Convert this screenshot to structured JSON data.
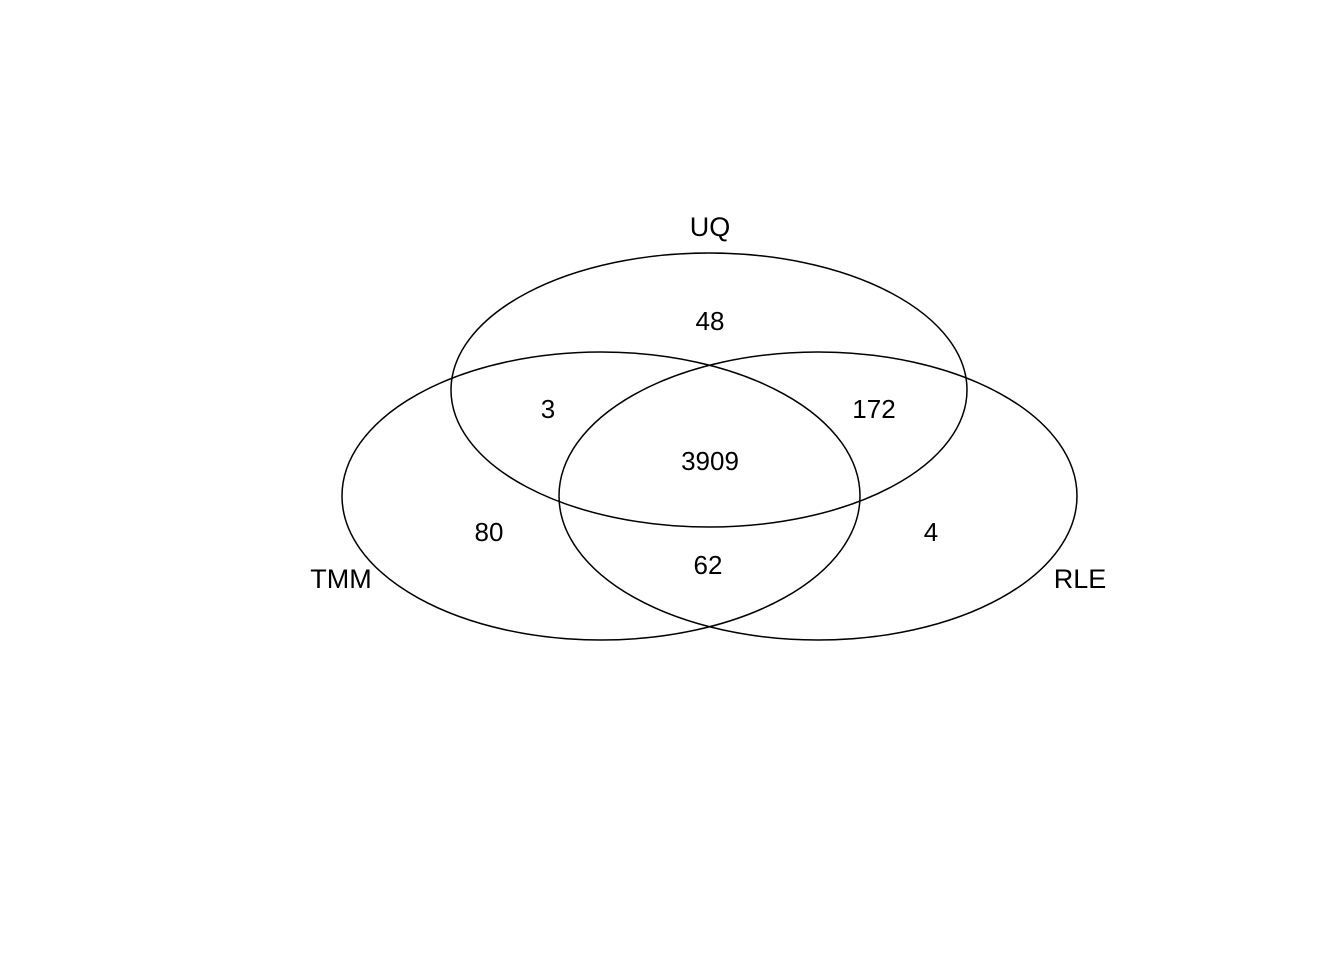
{
  "page": {
    "background_color": "#ffffff",
    "stroke_color": "#000000"
  },
  "chart_data": {
    "type": "venn",
    "title": "",
    "sets": [
      "UQ",
      "TMM",
      "RLE"
    ],
    "regions": [
      {
        "sets": [
          "UQ"
        ],
        "value": 48
      },
      {
        "sets": [
          "UQ",
          "TMM"
        ],
        "value": 3
      },
      {
        "sets": [
          "UQ",
          "RLE"
        ],
        "value": 172
      },
      {
        "sets": [
          "UQ",
          "TMM",
          "RLE"
        ],
        "value": 3909
      },
      {
        "sets": [
          "TMM"
        ],
        "value": 80
      },
      {
        "sets": [
          "TMM",
          "RLE"
        ],
        "value": 62
      },
      {
        "sets": [
          "RLE"
        ],
        "value": 4
      }
    ],
    "layout": {
      "shape": "ellipse",
      "legend": "none",
      "grid": false,
      "label_positions": "UQ top, TMM bottom-left outside, RLE bottom-right outside"
    }
  }
}
